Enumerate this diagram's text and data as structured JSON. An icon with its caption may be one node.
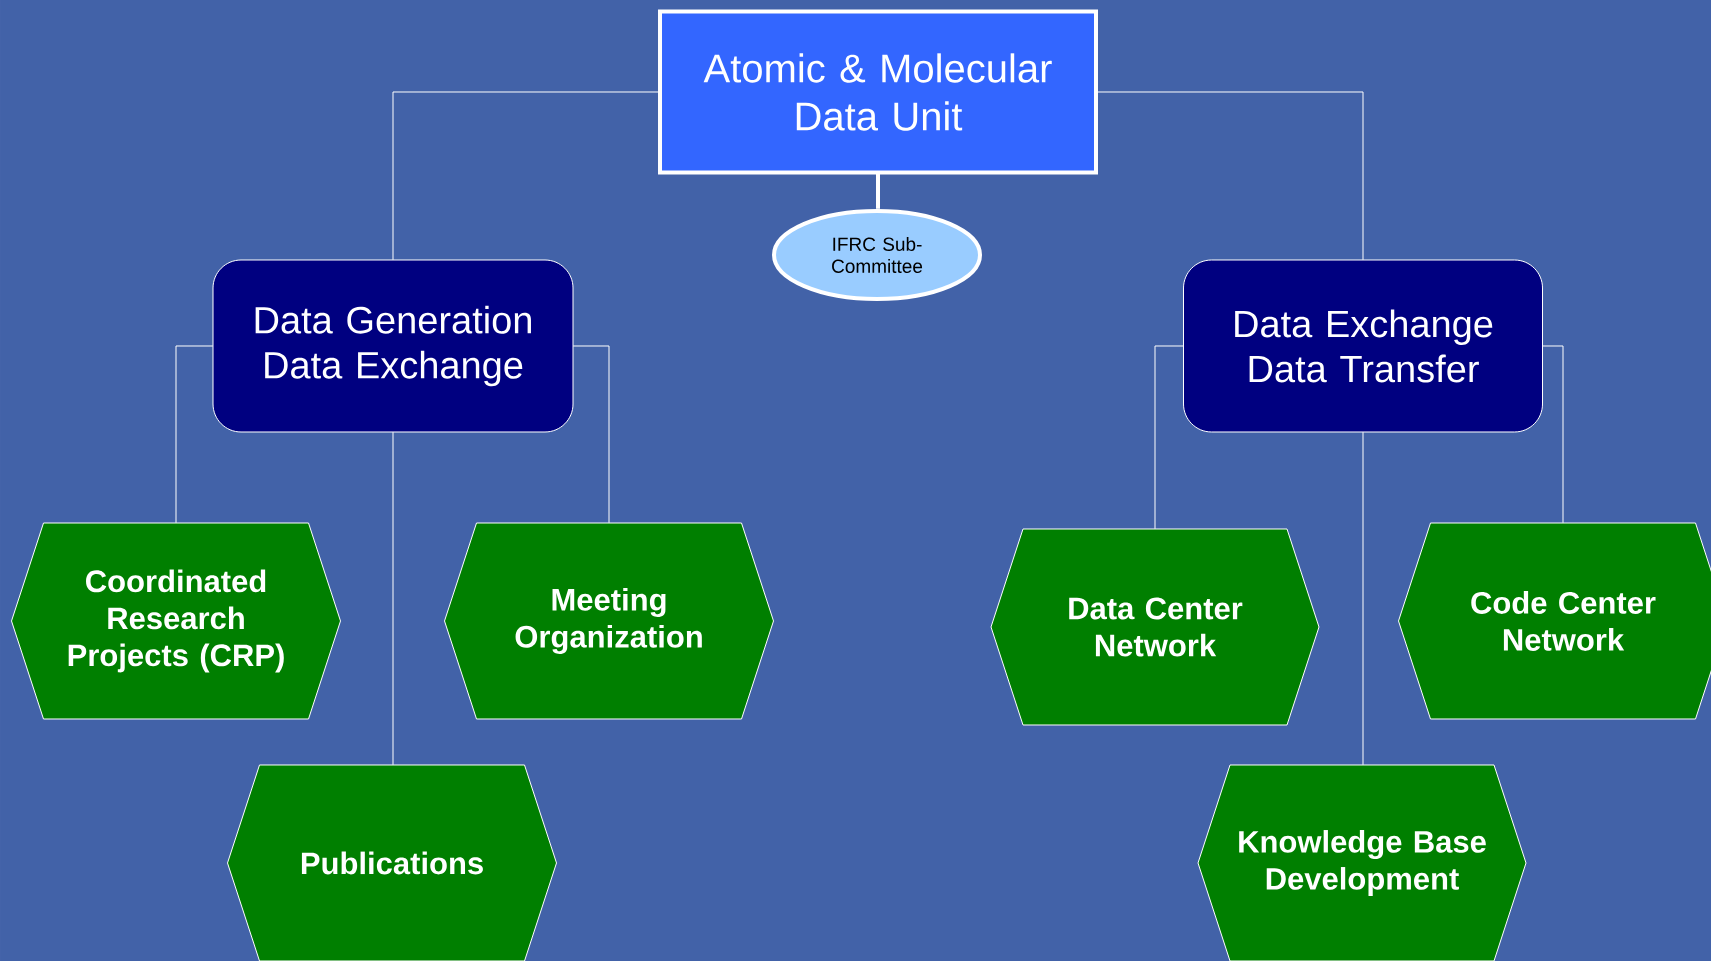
{
  "diagram": {
    "nodes": [
      {
        "text": [
          "Atomic & Molecular Data Unit"
        ]
      },
      {
        "text": [
          "IFRC Sub-Committee"
        ]
      },
      {
        "text": [
          "Data Generation Data Exchange"
        ]
      },
      {
        "text": [
          "Data Exchange Data Transfer"
        ]
      },
      {
        "text": [
          "Coordinated Research Projects (CRP)"
        ]
      },
      {
        "text": [
          "Meeting Organization"
        ]
      },
      {
        "text": [
          "Publications"
        ]
      },
      {
        "text": [
          "Data Center Network"
        ]
      },
      {
        "text": [
          "Code Center Network"
        ]
      },
      {
        "text": [
          "Knowledge Base Development"
        ]
      }
    ],
    "edges": [
      {
        "from": 0,
        "to": 2,
        "arrow": "none"
      },
      {
        "from": 0,
        "to": 3,
        "arrow": "none"
      },
      {
        "from": 0,
        "to": 1,
        "arrow": "none",
        "style": "thick"
      },
      {
        "from": 2,
        "to": 4,
        "arrow": "none"
      },
      {
        "from": 2,
        "to": 5,
        "arrow": "none"
      },
      {
        "from": 2,
        "to": 6,
        "arrow": "none"
      },
      {
        "from": 3,
        "to": 7,
        "arrow": "none"
      },
      {
        "from": 3,
        "to": 8,
        "arrow": "none"
      },
      {
        "from": 3,
        "to": 9,
        "arrow": "none"
      }
    ]
  }
}
